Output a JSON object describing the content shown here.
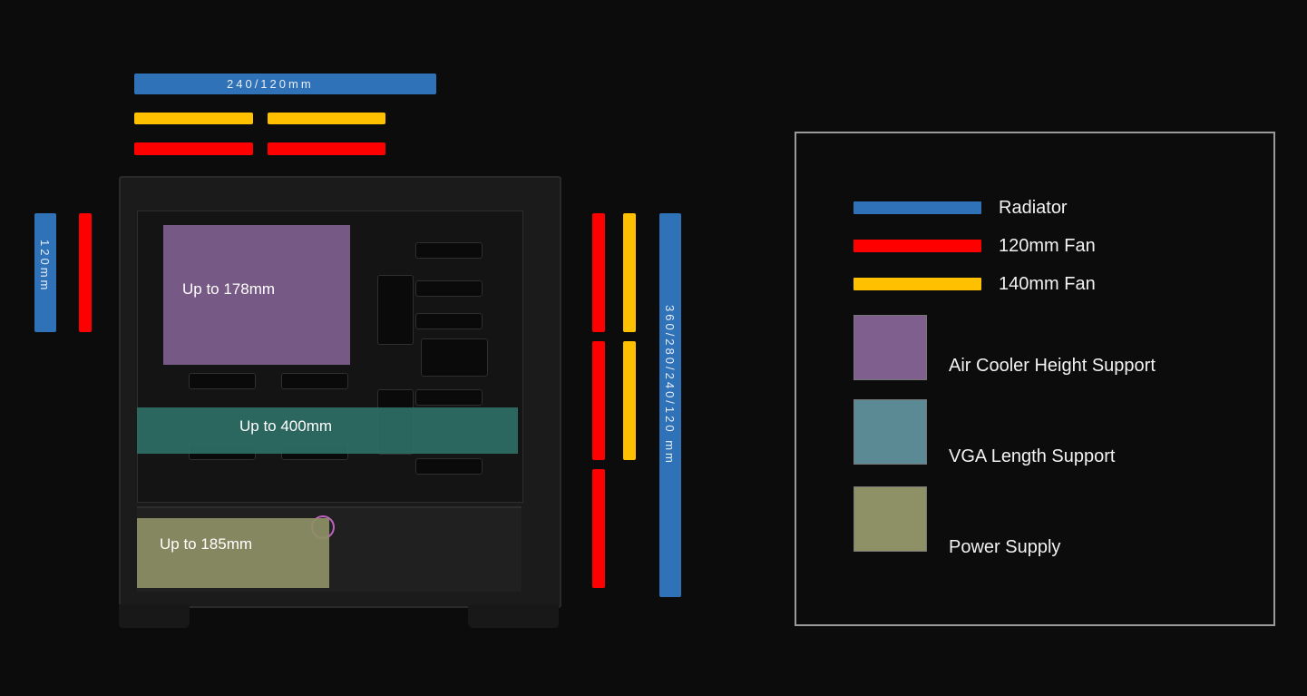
{
  "top": {
    "radiator_label": "240/120mm"
  },
  "left": {
    "radiator_label": "120mm"
  },
  "right": {
    "radiator_label": "360/280/240/120 mm"
  },
  "zones": {
    "cpu_cooler": "Up to 178mm",
    "vga": "Up to 400mm",
    "psu": "Up to 185mm"
  },
  "legend": {
    "items": [
      {
        "label": "Radiator",
        "color": "#2f72b8"
      },
      {
        "label": "120mm Fan",
        "color": "#ff0000"
      },
      {
        "label": "140mm Fan",
        "color": "#ffc000"
      },
      {
        "label": "Air Cooler Height Support",
        "color": "#7f5f8e"
      },
      {
        "label": "VGA Length Support",
        "color": "#5b8994"
      },
      {
        "label": "Power Supply",
        "color": "#8e9066"
      }
    ]
  },
  "colors": {
    "radiator": "#2f72b8",
    "fan120": "#ff0000",
    "fan140": "#ffc000",
    "cooler": "#7f5f8e",
    "vga": "#2f6f66",
    "psu": "#8e9066",
    "background": "#0c0c0c"
  }
}
